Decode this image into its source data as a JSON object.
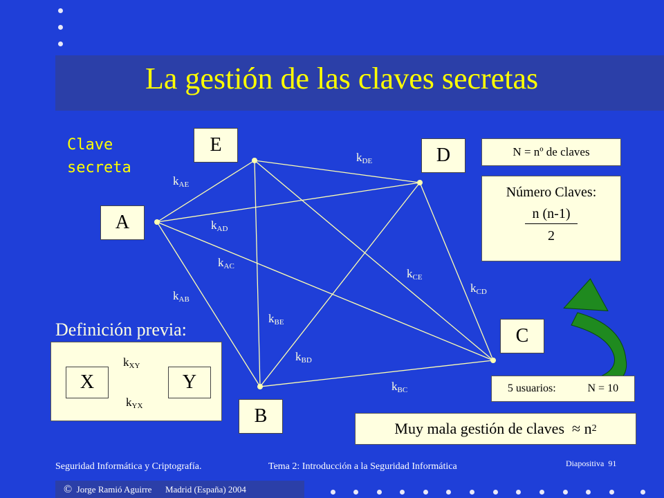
{
  "slide": {
    "title": "La gestión de las claves secretas",
    "subtitle": "Clave secreta",
    "definicion": "Definición previa:"
  },
  "nodes": {
    "A": "A",
    "B": "B",
    "C": "C",
    "D": "D",
    "E": "E",
    "X": "X",
    "Y": "Y"
  },
  "edges": {
    "AE": {
      "k": "k",
      "sub": "AE"
    },
    "AD": {
      "k": "k",
      "sub": "AD"
    },
    "AC": {
      "k": "k",
      "sub": "AC"
    },
    "AB": {
      "k": "k",
      "sub": "AB"
    },
    "DE": {
      "k": "k",
      "sub": "DE"
    },
    "CE": {
      "k": "k",
      "sub": "CE"
    },
    "CD": {
      "k": "k",
      "sub": "CD"
    },
    "BE": {
      "k": "k",
      "sub": "BE"
    },
    "BD": {
      "k": "k",
      "sub": "BD"
    },
    "BC": {
      "k": "k",
      "sub": "BC"
    },
    "XY": {
      "k": "k",
      "sub": "XY"
    },
    "YX": {
      "k": "k",
      "sub": "YX"
    }
  },
  "info": {
    "n_def": "N = nº de claves",
    "num_title": "Número Claves:",
    "num_numerator": "n (n-1)",
    "num_denominator": "2",
    "usuarios_label": "5 usuarios:",
    "usuarios_value": "N = 10",
    "muy_mala": "Muy mala gestión de claves",
    "approx": "≈",
    "n2_base": "n",
    "n2_exp": "2"
  },
  "footer": {
    "course": "Seguridad Informática y Criptografía.",
    "topic": "Tema 2: Introducción a la Seguridad Informática",
    "slide_label": "Diapositiva",
    "slide_number": "91",
    "copyright_symbol": "©",
    "author": "Jorge Ramió Aguirre",
    "place": "Madrid (España) 2004"
  },
  "colors": {
    "background": "#1f3fd8",
    "titlebar": "#2b3fa8",
    "title": "#ffff00",
    "line": "#ffffb0",
    "arrow": "#1f8a1f"
  },
  "icons": {
    "cycle_arrow": "curved-arrow-icon",
    "double_arrow": "double-arrow-icon"
  }
}
